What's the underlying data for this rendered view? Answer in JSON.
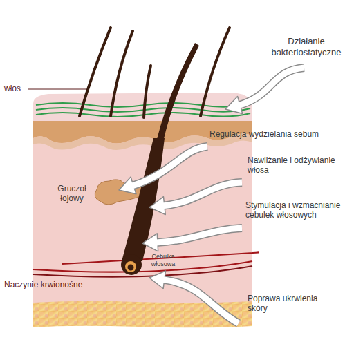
{
  "diagram": {
    "labels": [
      "Działanie bakteriostatyczne",
      "włos",
      "Regulacja wydzielania sebum",
      "Nawilżanie i odżywianie włosa",
      "Gruczoł łojowy",
      "Stymulacja i wzmacnianie cebulek włosowych",
      "Cebulka włosowa",
      "Naczynie krwionośne",
      "Poprawa ukrwienia skóry"
    ]
  }
}
